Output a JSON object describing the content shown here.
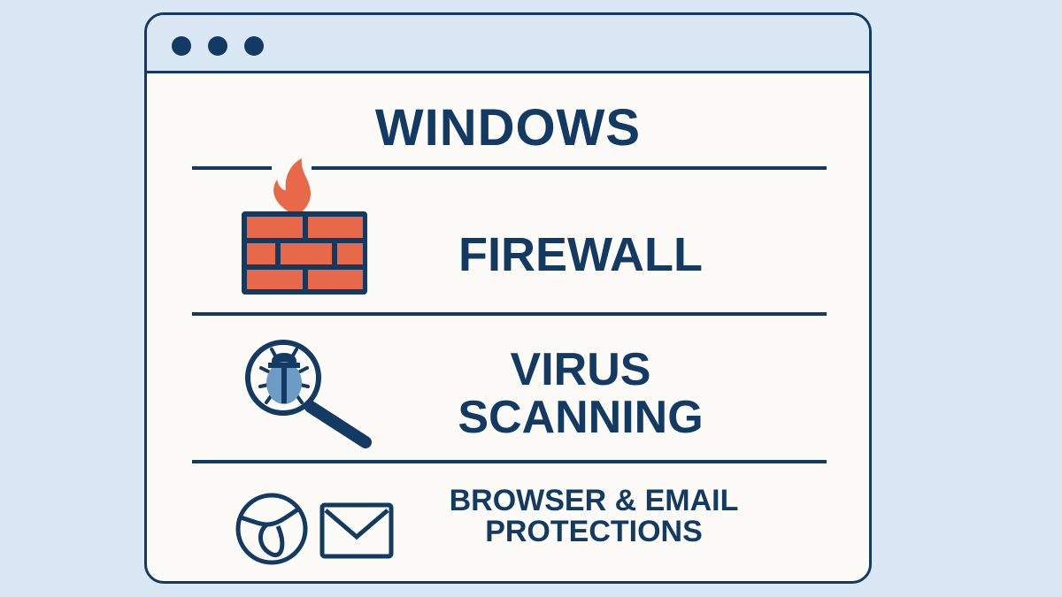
{
  "window": {
    "title": "WINDOWS",
    "controls": [
      "dot-1",
      "dot-2",
      "dot-3"
    ]
  },
  "sections": [
    {
      "id": "firewall",
      "label": "FIREWALL",
      "icon": "firewall-icon"
    },
    {
      "id": "virus-scanning",
      "label_line1": "VIRUS",
      "label_line2": "SCANNING",
      "icon": "magnifier-bug-icon"
    },
    {
      "id": "browser-email",
      "label_line1": "BROWSER & EMAIL",
      "label_line2": "PROTECTIONS",
      "icons": [
        "browser-icon",
        "email-icon"
      ]
    }
  ],
  "colors": {
    "background": "#d9e8f4",
    "navy": "#123a62",
    "brick": "#e8694a",
    "bug_light": "#6d9bc3",
    "panel": "#fdfbf7"
  }
}
